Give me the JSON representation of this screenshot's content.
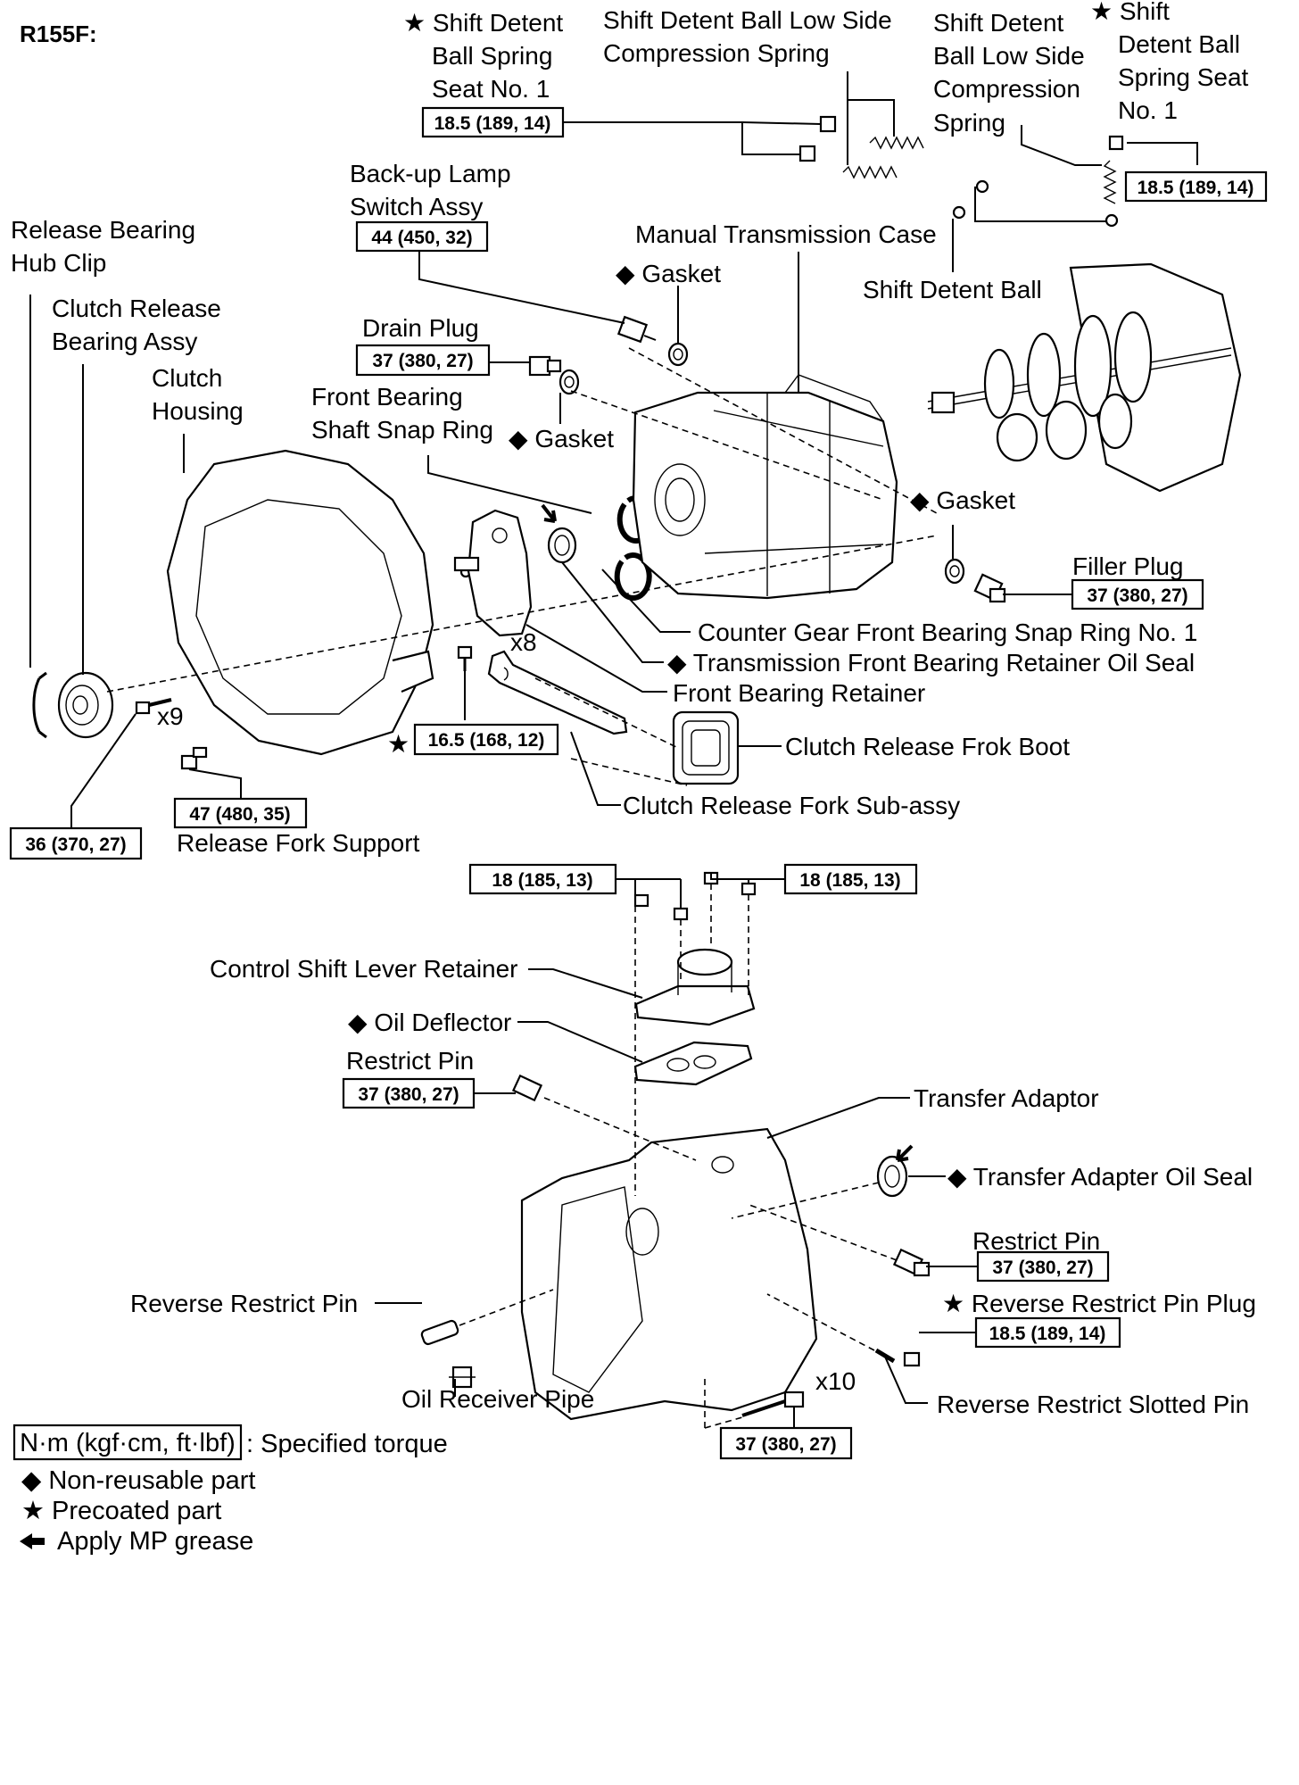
{
  "code": "R155F:",
  "torques": {
    "seat_left": "18.5 (189, 14)",
    "seat_right": "18.5 (189, 14)",
    "backup_switch": "44 (450, 32)",
    "drain_plug": "37 (380, 27)",
    "filler_plug": "37 (380, 27)",
    "retainer_bolt": "16.5 (168, 12)",
    "fork_support": "47 (480, 35)",
    "housing_bolt": "36 (370, 27)",
    "shift_left": "18 (185, 13)",
    "shift_right": "18 (185, 13)",
    "restrict_left": "37 (380, 27)",
    "restrict_right": "37 (380, 27)",
    "reverse_plug": "18.5 (189, 14)",
    "adaptor_bolt": "37 (380, 27)"
  },
  "labels": {
    "seat_left": [
      "★ Shift Detent",
      "Ball Spring",
      "Seat No. 1"
    ],
    "low_spring_top": [
      "Shift Detent Ball Low Side",
      "Compression Spring"
    ],
    "low_spring_right": [
      "Shift Detent",
      "Ball Low Side",
      "Compression",
      "Spring"
    ],
    "seat_right": [
      "★ Shift",
      "Detent Ball",
      "Spring Seat",
      "No. 1"
    ],
    "backup_switch": [
      "Back-up  Lamp",
      "Switch Assy"
    ],
    "manual_case": "Manual Transmission Case",
    "gasket_top": "◆ Gasket",
    "shift_detent_ball": "Shift Detent Ball",
    "hub_clip": [
      "Release Bearing",
      "Hub Clip"
    ],
    "bearing_assy": [
      "Clutch Release",
      "Bearing Assy"
    ],
    "clutch_housing": [
      "Clutch",
      "Housing"
    ],
    "drain_plug": "Drain Plug",
    "front_snap_ring": [
      "Front Bearing",
      "Shaft Snap Ring"
    ],
    "gasket_mid": "◆ Gasket",
    "gasket_right": "◆ Gasket",
    "filler_plug": "Filler Plug",
    "counter_snap_ring": "Counter Gear Front Bearing Snap Ring No. 1",
    "oil_seal": "◆ Transmission Front Bearing Retainer Oil Seal",
    "front_retainer": "Front Bearing Retainer",
    "fork_boot": "Clutch Release Frok Boot",
    "fork_subassy": "Clutch Release Fork Sub-assy",
    "fork_support": "Release Fork Support",
    "x8": "x8",
    "x9": "x9",
    "x10": "x10",
    "star_retainer": "★",
    "control_retainer": "Control Shift Lever Retainer",
    "oil_deflector": "◆ Oil Deflector",
    "restrict_pin_left": "Restrict Pin",
    "transfer_adaptor": "Transfer Adaptor",
    "transfer_seal": "◆ Transfer Adapter Oil Seal",
    "restrict_pin_right": "Restrict Pin",
    "reverse_pin": "Reverse Restrict Pin",
    "reverse_plug": "★ Reverse Restrict Pin Plug",
    "oil_receiver": "Oil Receiver Pipe",
    "slotted_pin": "Reverse Restrict Slotted Pin"
  },
  "legend": {
    "torque_unit": "N·m (kgf·cm, ft·lbf)",
    "torque_desc": ": Specified torque",
    "nonreusable": "◆  Non-reusable part",
    "precoated": "★ Precoated part",
    "grease": "Apply MP grease"
  }
}
